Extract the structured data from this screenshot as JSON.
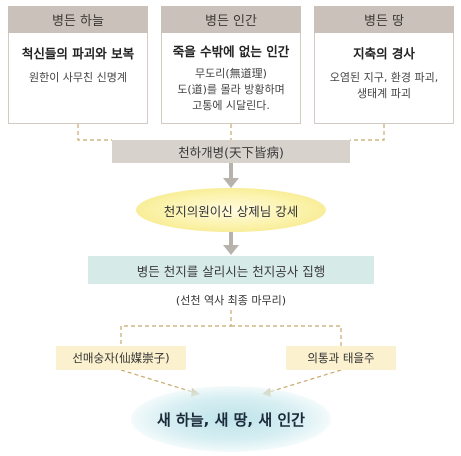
{
  "columns": [
    {
      "header": "병든 하늘",
      "main": [
        "척신들의 파괴와 보복"
      ],
      "sub": [
        "원한이 사무친 신명계"
      ]
    },
    {
      "header": "병든 인간",
      "main": [
        "죽을 수밖에 없는 인간"
      ],
      "sub": [
        "무도리(無道理)",
        "도(道)를 몰라 방황하며",
        "고통에 시달린다."
      ]
    },
    {
      "header": "병든 땅",
      "main": [
        "지축의 경사"
      ],
      "sub": [
        "오염된 지구, 환경 파괴,",
        "생태계 파괴"
      ]
    }
  ],
  "center": {
    "band1": "천하개병(天下皆病)",
    "ellipse": "천지의원이신 상제님 강세",
    "band2": "병든 천지를 살리시는 천지공사 집행",
    "note": "(선천 역사 최종 마무리)"
  },
  "sides": {
    "left": "선매숭자(仙媒崇子)",
    "right": "의통과 태을주"
  },
  "final": "새 하늘, 새 땅, 새 인간",
  "colors": {
    "header_bg": "#c9c1ba",
    "band_bg": "#d8d2cc",
    "band2_bg": "#d6ebe7",
    "ellipse_fill": "#fbf2a8",
    "side_bg": "#fbf1cf",
    "dashed_line": "#c8a86a",
    "arrow": "#b8b2ad",
    "final_glow": "#bfe4ea"
  }
}
